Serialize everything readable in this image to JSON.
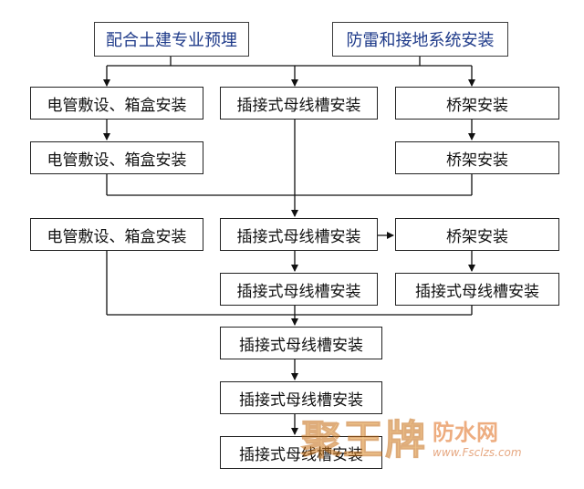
{
  "nodes": {
    "top_left": "配合土建专业预埋",
    "top_right": "防雷和接地系统安装",
    "r2_left": "电管敷设、箱盒安装",
    "r2_mid": "插接式母线槽安装",
    "r2_right": "桥架安装",
    "r3_left": "电管敷设、箱盒安装",
    "r3_right": "桥架安装",
    "r4_left": "电管敷设、箱盒安装",
    "r4_mid": "插接式母线槽安装",
    "r4_right": "桥架安装",
    "r5_mid": "插接式母线槽安装",
    "r5_right": "插接式母线槽安装",
    "r6_mid": "插接式母线槽安装",
    "r7_mid": "插接式母线槽安装",
    "r8_mid": "插接式母线槽安装"
  },
  "watermark": {
    "main": "聚王牌",
    "brand": "防水网",
    "url": "www.Fsclzs.com"
  },
  "colors": {
    "line": "#111111",
    "top_text": "#1f3b8a",
    "watermark": "#e89a2a"
  }
}
